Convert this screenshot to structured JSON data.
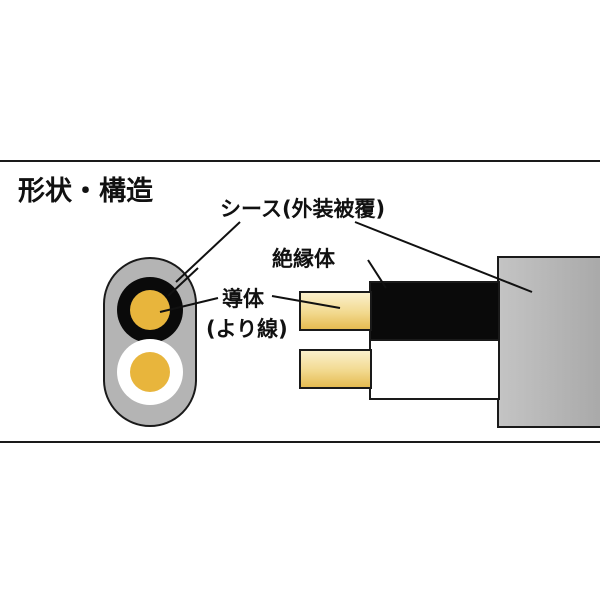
{
  "title": "形状・構造",
  "labels": {
    "sheath": "シース(外装被覆)",
    "insulator": "絶縁体",
    "conductor": "導体",
    "conductor_note": "(より線)"
  },
  "colors": {
    "sheath": "#b4b4b4",
    "insulator_black": "#0a0a0a",
    "insulator_white": "#ffffff",
    "conductor": "#e8b53c",
    "conductor_light": "#f6e3a8",
    "outline": "#1a1a1a"
  },
  "icons": {
    "cross_section": "cable-cross-section-icon",
    "side_view": "cable-side-view-icon"
  }
}
